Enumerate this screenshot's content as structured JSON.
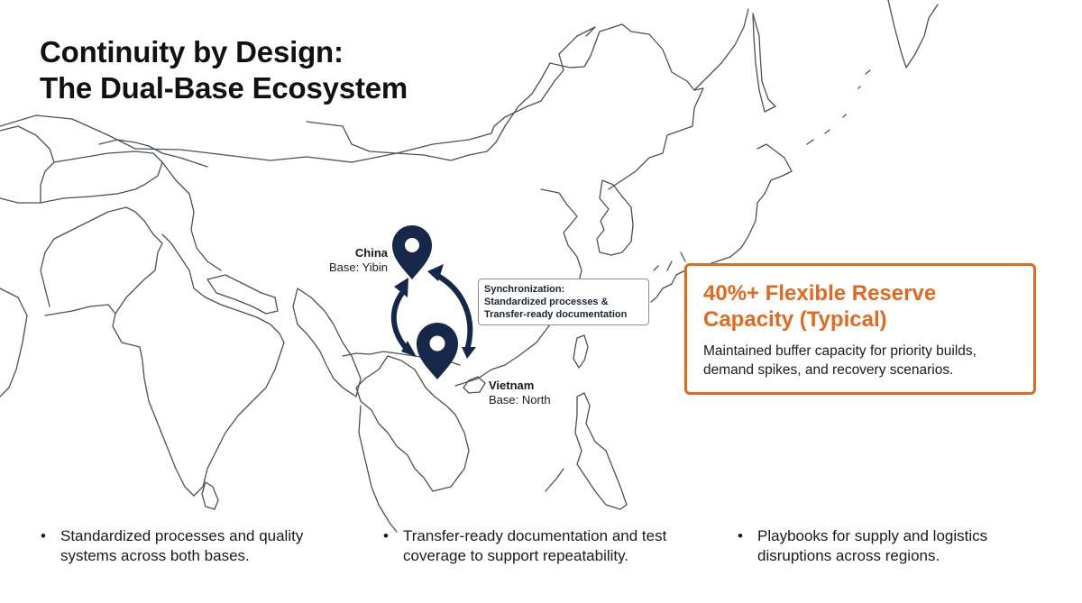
{
  "slide": {
    "title_line1": "Continuity by Design:",
    "title_line2": "The Dual-Base Ecosystem"
  },
  "map": {
    "region": "East and South Asia outline map",
    "bases": [
      {
        "name": "China",
        "detail": "Base: Yibin",
        "icon": "map-pin-icon"
      },
      {
        "name": "Vietnam",
        "detail": "Base: North",
        "icon": "map-pin-icon"
      }
    ],
    "sync": {
      "line1": "Synchronization:",
      "line2": "Standardized processes &",
      "line3": "Transfer-ready documentation",
      "icon": "bidirectional-arrows-icon"
    },
    "colors": {
      "pin": "#16284a",
      "outline": "#4a5058"
    }
  },
  "reserve": {
    "headline_line1": "40%+ Flexible Reserve",
    "headline_line2": "Capacity (Typical)",
    "body": "Maintained buffer capacity for priority builds, demand spikes, and recovery scenarios.",
    "accent": "#e2691d"
  },
  "bullets": [
    {
      "dot": "•",
      "text": "Standardized processes and quality systems across both bases."
    },
    {
      "dot": "•",
      "text": "Transfer-ready documentation and test coverage to support repeatability."
    },
    {
      "dot": "•",
      "text": "Playbooks for supply and logistics disruptions across regions."
    }
  ]
}
